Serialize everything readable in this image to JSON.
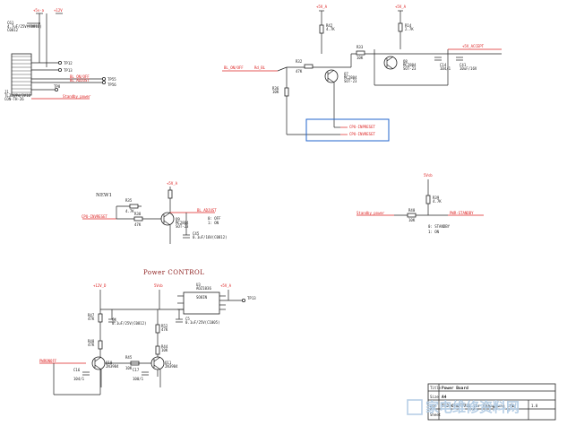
{
  "colors": {
    "wire": "#222222",
    "net": "#dd2222",
    "highlight": "#2266cc",
    "watermark": "#b7cfe6"
  },
  "connector": {
    "cap_ref": "C61",
    "cap_val": "4.7uF/25V(C0812)",
    "cap_pkg": "C0812",
    "ref": "J1",
    "desc": "TL3069W/3V10",
    "pkg": "CON-TH-26",
    "rail_label": "+5v-a",
    "rail2": "+12V",
    "tp1": "TP12",
    "tp2": "TP13",
    "tp3": "TP55",
    "tp4": "TP56",
    "tp5": "TP8",
    "net1": "BL_ON/OFF",
    "net2": "BL_ADJUST",
    "net3": "Standby_power"
  },
  "top": {
    "rail1": "+5V_A",
    "rail2": "+5V_A",
    "out_net": "+5V_ACCEPT",
    "in_net": "BL_ON/OFF",
    "in_net2": "Rd_BL",
    "r32": "R32",
    "r32v": "47K",
    "r33": "R33",
    "r33v": "10K",
    "r36": "R36",
    "r36v": "10K",
    "q7": "Q7",
    "q7v": "MC2804",
    "q7p": "SOT-23",
    "q8": "Q8",
    "q8v": "MC2804",
    "q8p": "SOT-23",
    "r42": "R42",
    "r42v": "4.7K",
    "r14": "R14",
    "r14v": "2.7K",
    "c14": "C14",
    "c14v": "104/1",
    "c41": "C41",
    "c41v": "10uF/16V",
    "box_net1": "CPU-INPRESET",
    "box_net2": "CPU-INVRESET"
  },
  "left_mid": {
    "title": "NEW1",
    "rail": "+5V_A",
    "q": "Q9",
    "qv": "MC2804",
    "qp": "SOT-23",
    "r1": "R35",
    "r1v": "4.7K",
    "r2": "R38",
    "r2v": "47K",
    "c": "C45",
    "cv": "0.1uF/16V(C0812)",
    "in_net": "CPU-INVRESET",
    "out_net": "BL_ADJUST",
    "legend1": "0: OFF",
    "legend2": "1: ON"
  },
  "right_mid": {
    "rail": "5Vsb",
    "r1": "R39",
    "r1v": "4.7K",
    "r2": "R40",
    "r2v": "10K",
    "in_net": "Standby_power",
    "out_net": "PWR-STANDBY",
    "legend1": "0: STANDBY",
    "legend2": "1: ON"
  },
  "power": {
    "title": "Power  CONTROL",
    "rail_in": "+12V_D",
    "rail_5v": "5Vsb",
    "rail_out": "+5V_A",
    "u_ref": "U3",
    "u_val": "AOZ1036",
    "u_pkg": "SO8IN",
    "tp": "TP13",
    "c1": "C4",
    "c1v": "0.1uF/25V(C0812)",
    "c2": "C5",
    "c2v": "0.1uF/25V(C1005)",
    "r1": "R47",
    "r1v": "47K",
    "r2": "R48",
    "r2v": "47K",
    "r3": "R52",
    "r3v": "47K",
    "r4": "R44",
    "r4v": "10K",
    "r5": "R45",
    "r5v": "10K",
    "q1": "Q10",
    "q1v": "2N3904",
    "q2": "Q11",
    "q2v": "2N3904",
    "c3": "C16",
    "c3v": "104/1",
    "c4": "C17",
    "c4v": "100/1",
    "in_net": "PWRONOFF"
  },
  "titleblock": {
    "row1_label": "Title",
    "row1_val": "Power Board",
    "row2_label": "Size",
    "row2_val": "A4",
    "row3_label": "Doc",
    "row3_val": "TL3069W/3V10 for ChangHong LCD",
    "sheet": "Sheet",
    "rev": "1.0"
  },
  "watermark": {
    "text": "家电维修资料网"
  }
}
